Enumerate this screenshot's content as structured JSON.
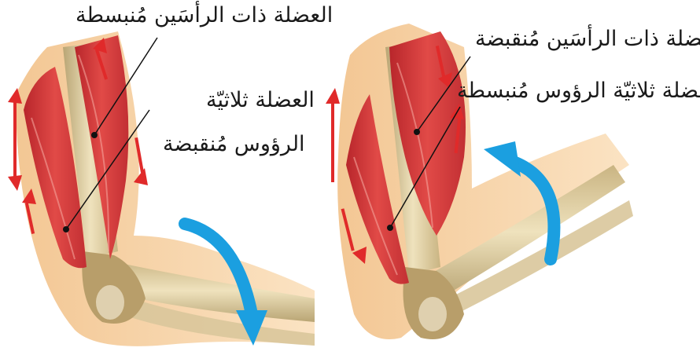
{
  "left_panel": {
    "biceps_label": "العضلة ذات الرأسَين مُنبسطة",
    "triceps_label_line1": "العضلة ثلاثيّة",
    "triceps_label_line2": "الرؤوس مُنقبضة"
  },
  "right_panel": {
    "biceps_label": "العضلة ذات الرأسَين مُنقبضة",
    "triceps_label": "العضلة ثلاثيّة الرؤوس مُنبسطة"
  },
  "colors": {
    "muscle": "#d9383c",
    "muscle_light": "#ec6f6a",
    "bone": "#d9c79b",
    "skin": "#f6d2a4",
    "movement_arrow": "#1b9fe0",
    "tension_arrow": "#e02a2a"
  },
  "icons": {
    "movement": "curved-arrow",
    "tension": "double-arrow"
  }
}
